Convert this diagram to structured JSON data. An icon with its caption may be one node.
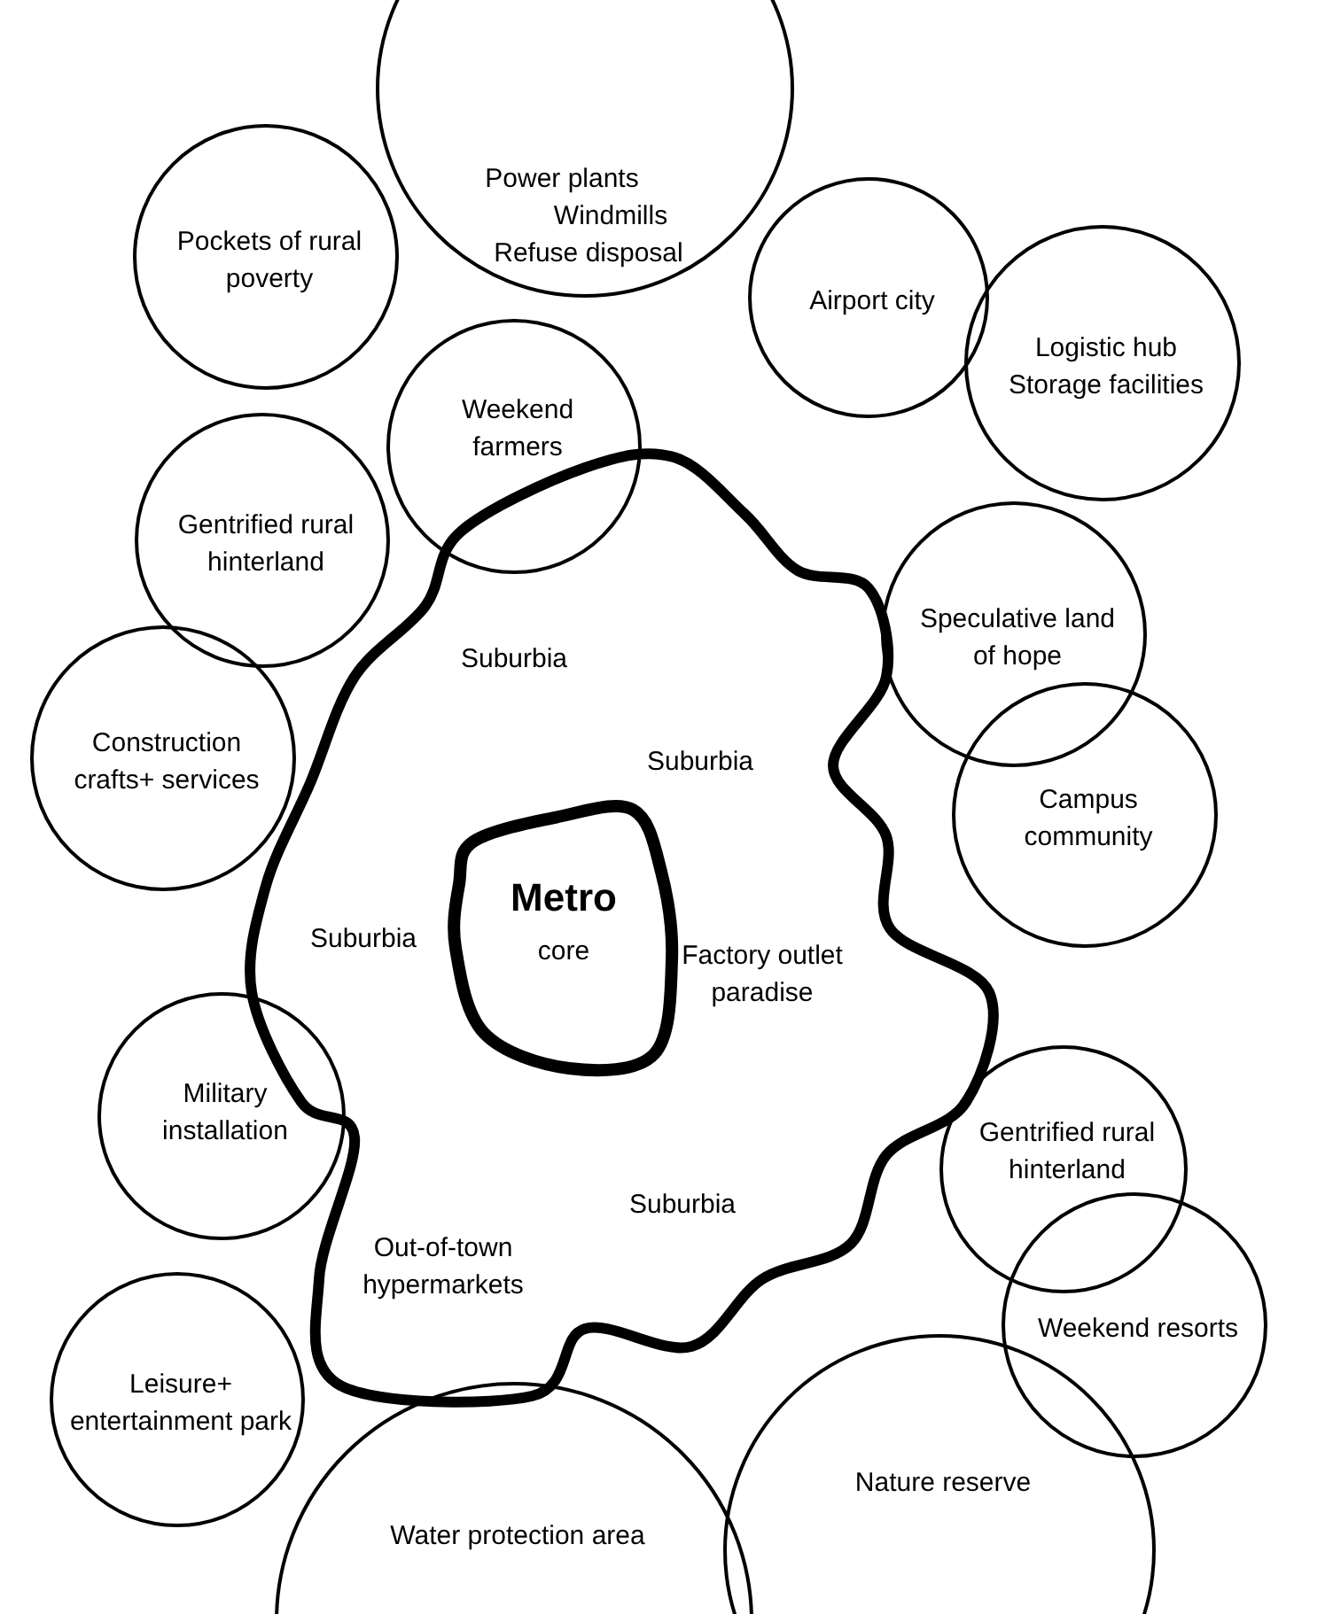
{
  "diagram": {
    "nodes": [
      {
        "text": [
          "Power plants",
          "Windmills",
          "Refuse disposal"
        ]
      },
      {
        "text": [
          "Pockets of rural poverty"
        ]
      },
      {
        "text": [
          "Airport city"
        ]
      },
      {
        "text": [
          "Logistic hub",
          "Storage facilities"
        ]
      },
      {
        "text": [
          "Weekend farmers"
        ]
      },
      {
        "text": [
          "Gentrified rural hinterland"
        ]
      },
      {
        "text": [
          "Speculative land of hope"
        ]
      },
      {
        "text": [
          "Construction crafts+ services"
        ]
      },
      {
        "text": [
          "Campus community"
        ]
      },
      {
        "text": [
          "Suburbia",
          "Suburbia",
          "Suburbia",
          "Factory outlet paradise",
          "Suburbia",
          "Out-of-town hypermarkets"
        ]
      },
      {
        "text": [
          "Metro",
          "core"
        ],
        "in": 9
      },
      {
        "text": [
          "Military installation"
        ]
      },
      {
        "text": [
          "Gentrified rural hinterland"
        ]
      },
      {
        "text": [
          "Weekend resorts"
        ]
      },
      {
        "text": [
          "Leisure+ entertainment park"
        ]
      },
      {
        "text": [
          "Water protection area"
        ]
      },
      {
        "text": [
          "Nature reserve"
        ]
      }
    ]
  }
}
